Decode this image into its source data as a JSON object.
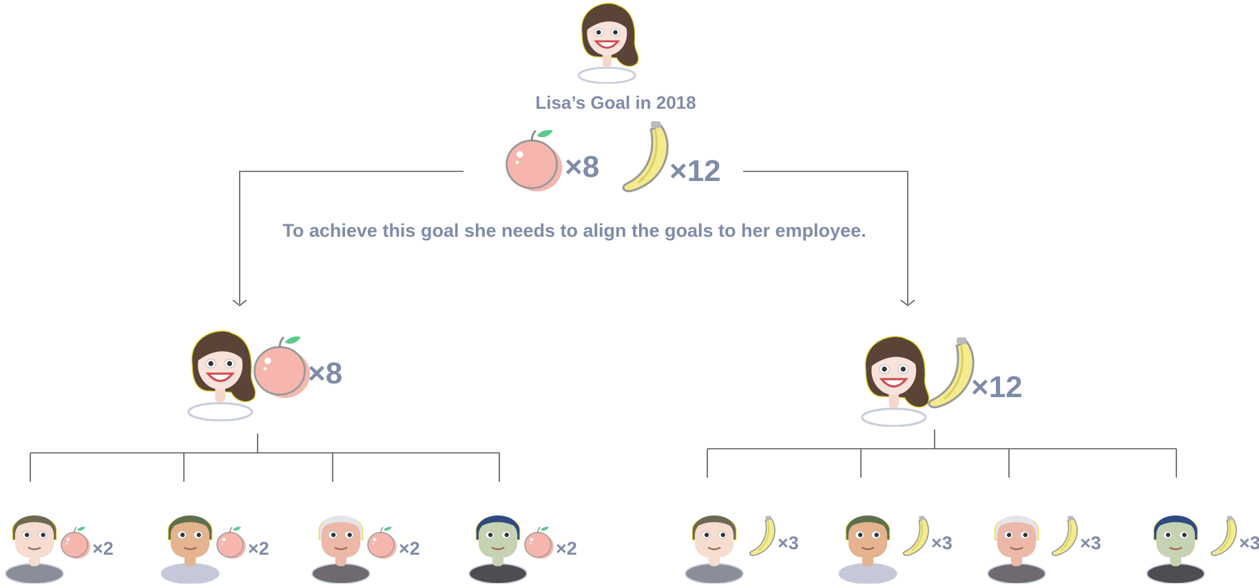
{
  "title": "Lisa’s Goal in 2018",
  "goal": {
    "apple_count": "×8",
    "banana_count": "×12"
  },
  "note": "To achieve this goal she needs to align the goals to her employee.",
  "left_branch": {
    "fruit": "apple",
    "count": "×8",
    "employees": [
      {
        "hair": "#6e6852",
        "skin": "#f6ddd0",
        "shirt": "#8a8e99",
        "count": "×2"
      },
      {
        "hair": "#5f6f4c",
        "skin": "#e5b38e",
        "shirt": "#c4c8d8",
        "count": "×2"
      },
      {
        "hair": "#e4e4ec",
        "skin": "#ecb8a8",
        "shirt": "#6e6a70",
        "count": "×2"
      },
      {
        "hair": "#2f4a80",
        "skin": "#c6d3b2",
        "shirt": "#4e4e52",
        "count": "×2"
      }
    ]
  },
  "right_branch": {
    "fruit": "banana",
    "count": "×12",
    "employees": [
      {
        "hair": "#6e6852",
        "skin": "#f6ddd0",
        "shirt": "#8a8e99",
        "count": "×3"
      },
      {
        "hair": "#5f6f4c",
        "skin": "#e5b38e",
        "shirt": "#c4c8d8",
        "count": "×3"
      },
      {
        "hair": "#e4e4ec",
        "skin": "#ecb8a8",
        "shirt": "#6e6a70",
        "count": "×3"
      },
      {
        "hair": "#2f4a80",
        "skin": "#c6d3b2",
        "shirt": "#4e4e52",
        "count": "×3"
      }
    ]
  },
  "colors": {
    "text": "#7f8ca8",
    "line": "#555555",
    "apple": "#f5aaa0",
    "banana": "#f4ec8c",
    "lisa_hair": "#5a4438"
  }
}
